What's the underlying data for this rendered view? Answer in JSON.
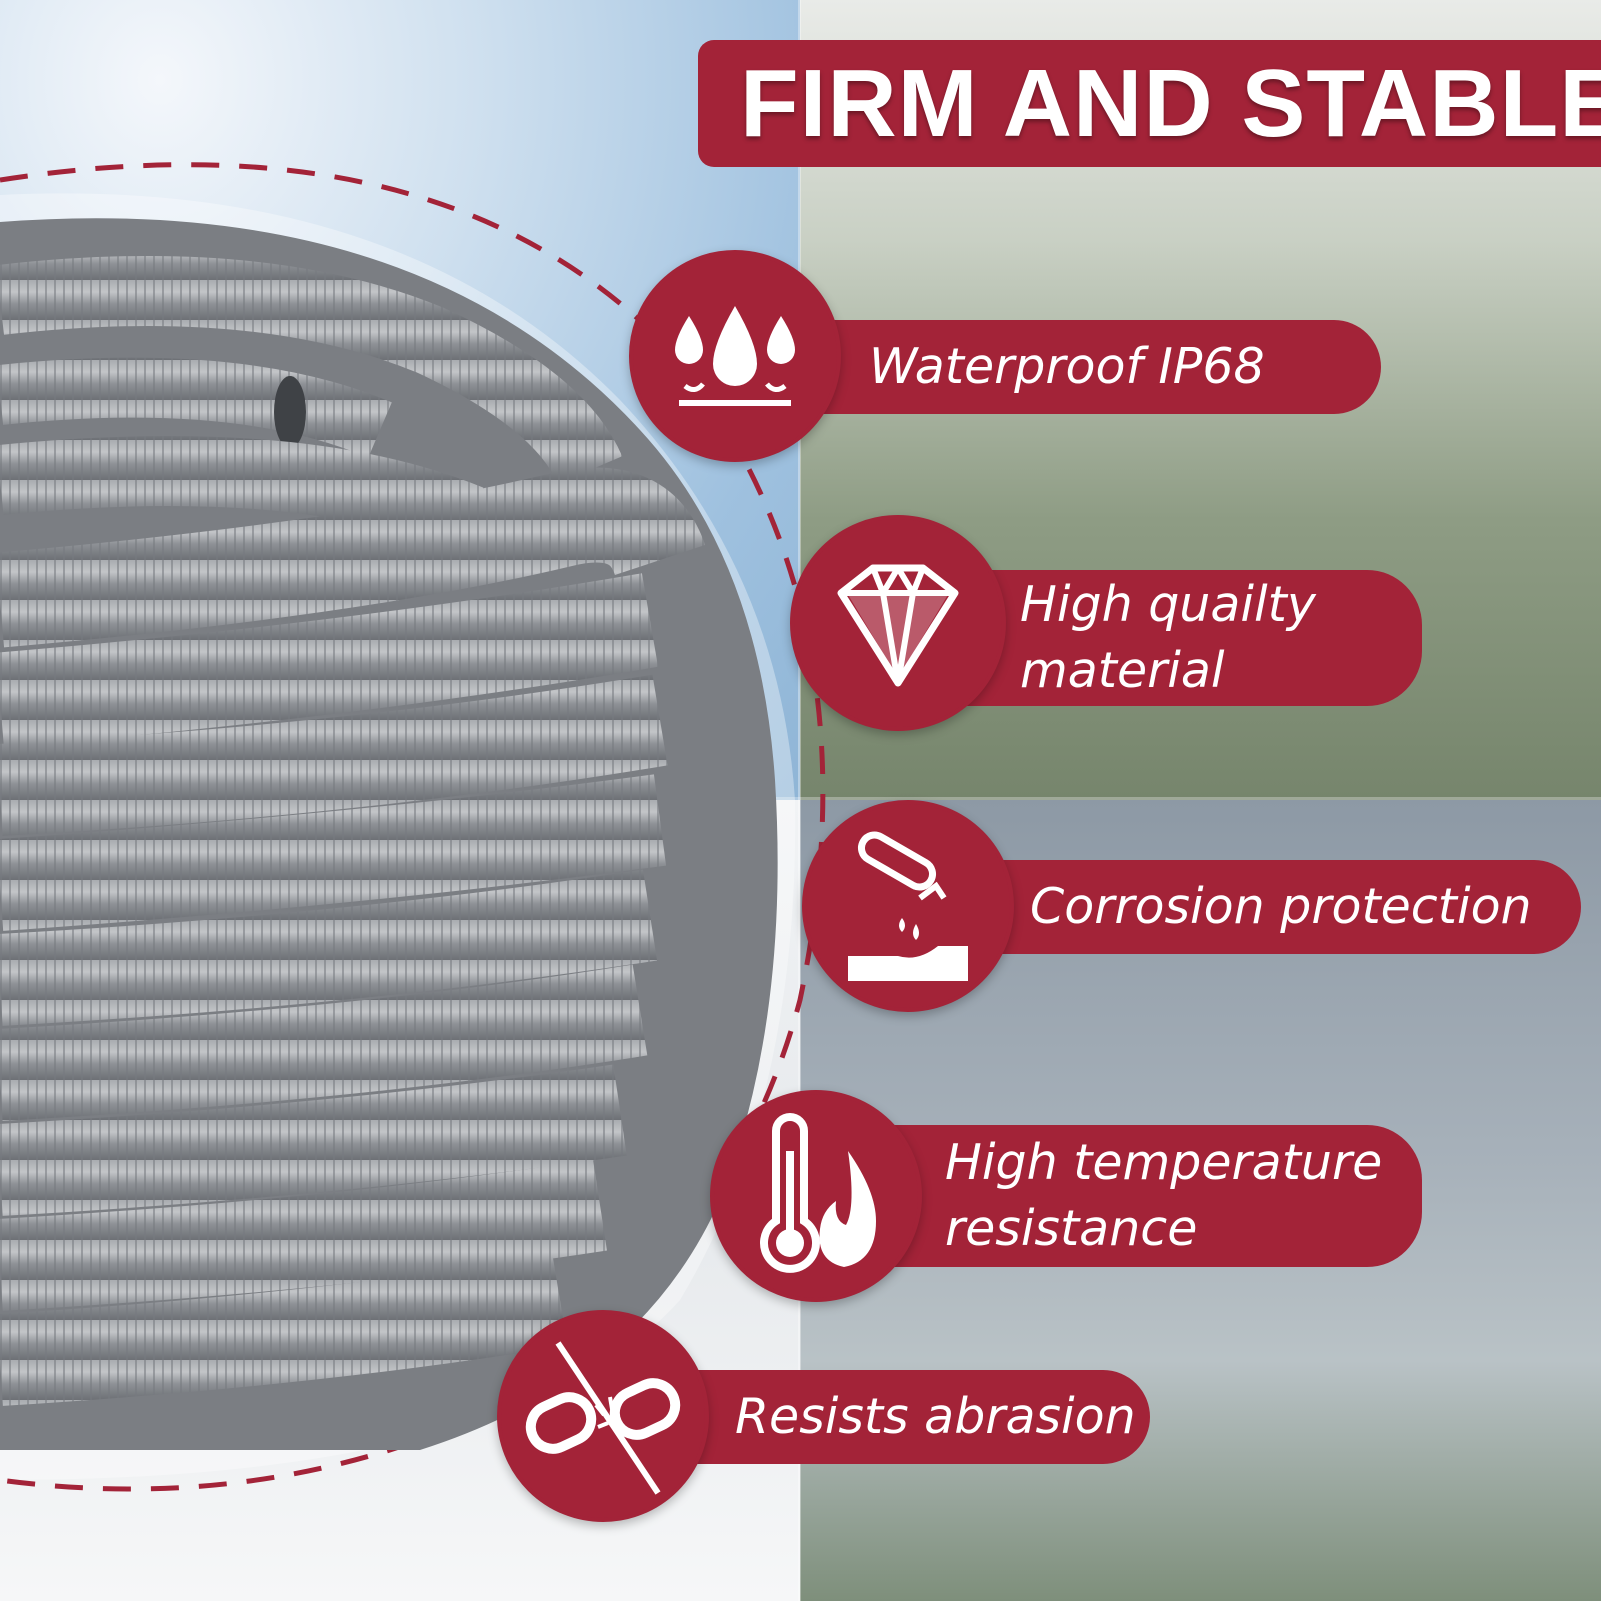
{
  "header": {
    "title": "FIRM AND STABLE"
  },
  "features": [
    {
      "id": "waterproof",
      "label": "Waterproof IP68",
      "icon": "water-drops-icon"
    },
    {
      "id": "quality",
      "label_line1": "High quailty",
      "label_line2": "material",
      "icon": "diamond-icon"
    },
    {
      "id": "corrosion",
      "label": "Corrosion protection",
      "icon": "acid-test-tube-icon"
    },
    {
      "id": "temperature",
      "label_line1": "High temperature",
      "label_line2": "resistance",
      "icon": "thermometer-flame-icon"
    },
    {
      "id": "abrasion",
      "label": "Resists abrasion",
      "icon": "broken-chain-icon"
    }
  ],
  "colors": {
    "brand": "#a32338",
    "text": "#ffffff",
    "hose": "#8e9196"
  }
}
